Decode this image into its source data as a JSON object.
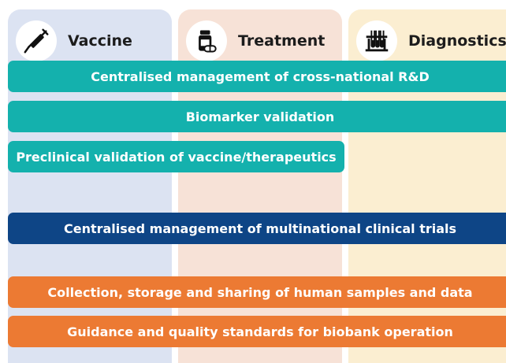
{
  "columns": [
    {
      "title": "Vaccine",
      "icon": "syringe-icon"
    },
    {
      "title": "Treatment",
      "icon": "medicine-bottle-icon"
    },
    {
      "title": "Diagnostics",
      "icon": "test-tubes-icon"
    }
  ],
  "bars": [
    {
      "label": "Centralised management of cross-national R&D",
      "color": "#14b1ad"
    },
    {
      "label": "Biomarker validation",
      "color": "#14b1ad"
    },
    {
      "label": "Preclinical validation of vaccine/therapeutics",
      "color": "#14b1ad"
    },
    {
      "label": "Centralised management of multinational clinical trials",
      "color": "#0e4586"
    },
    {
      "label": "Collection, storage and sharing of human samples and data",
      "color": "#ec7a33"
    },
    {
      "label": "Guidance and quality standards for biobank operation",
      "color": "#ec7a33"
    }
  ],
  "colors": {
    "vaccine_bg": "#dce3f2",
    "treatment_bg": "#f7e2d7",
    "diagnostics_bg": "#fbeed1"
  }
}
